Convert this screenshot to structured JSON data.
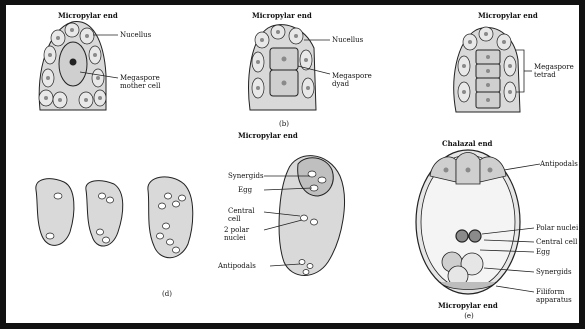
{
  "figure": {
    "panel_a": {
      "top_label": "Micropylar end",
      "nucellus": "Nucellus",
      "mmc": "Megaspore mother cell"
    },
    "panel_b": {
      "top_label": "Micropylar end",
      "nucellus": "Nucellus",
      "dyad": "Megaspore dyad",
      "caption": "(b)"
    },
    "panel_c": {
      "top_label": "Micropylar end",
      "tetrad": "Megaspore tetrad"
    },
    "panel_d": {
      "top_label": "Micropylar end",
      "synergids": "Synergids",
      "egg": "Egg",
      "central_cell": "Central cell",
      "polar_nuclei": "2 polar nuclei",
      "antipodals": "Antipodals",
      "caption": "(d)"
    },
    "panel_e": {
      "chalazal_end": "Chalazal end",
      "antipodals": "Antipodals",
      "polar_nuclei": "Polar nuclei",
      "central_cell": "Central cell",
      "egg": "Egg",
      "synergids": "Synergids",
      "filiform": "Filiform apparatus",
      "micropylar_end": "Micropylar end",
      "caption": "(e)"
    }
  },
  "colors": {
    "cell_fill": "#d9d9d9",
    "outline": "#222222",
    "nucleus_fill": "#8a8a8a",
    "frame": "#111111"
  }
}
